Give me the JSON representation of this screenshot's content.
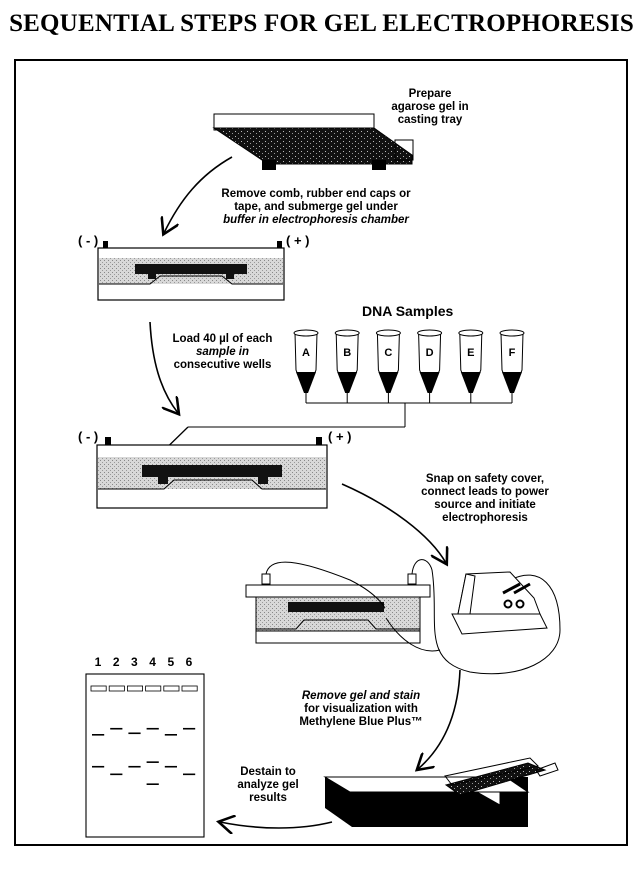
{
  "title": "SEQUENTIAL STEPS FOR GEL ELECTROPHORESIS",
  "steps": {
    "prepare": [
      "Prepare",
      "agarose gel in",
      "casting tray"
    ],
    "submerge": [
      "Remove comb, rubber end caps or",
      "tape, and submerge  gel under",
      "buffer in electrophoresis chamber"
    ],
    "load": [
      "Load 40 µl of each",
      "sample in",
      "consecutive wells"
    ],
    "snap": [
      "Snap on safety cover,",
      "connect leads to power",
      "source and initiate",
      "electrophoresis"
    ],
    "stain": [
      "Remove gel and stain",
      "for visualization with",
      "Methylene Blue Plus™"
    ],
    "destain": [
      "Destain to",
      "analyze gel",
      "results"
    ]
  },
  "polarity": {
    "negative": "( - )",
    "positive": "( + )"
  },
  "samples": {
    "title": "DNA Samples",
    "tubes": [
      "A",
      "B",
      "C",
      "D",
      "E",
      "F"
    ]
  },
  "gel_result": {
    "lanes": [
      "1",
      "2",
      "3",
      "4",
      "5",
      "6"
    ],
    "bands": [
      [
        0.3,
        0.72
      ],
      [
        0.22,
        0.82
      ],
      [
        0.28,
        0.72
      ],
      [
        0.22,
        0.66,
        0.95
      ],
      [
        0.3,
        0.72
      ],
      [
        0.22,
        0.82
      ]
    ]
  }
}
